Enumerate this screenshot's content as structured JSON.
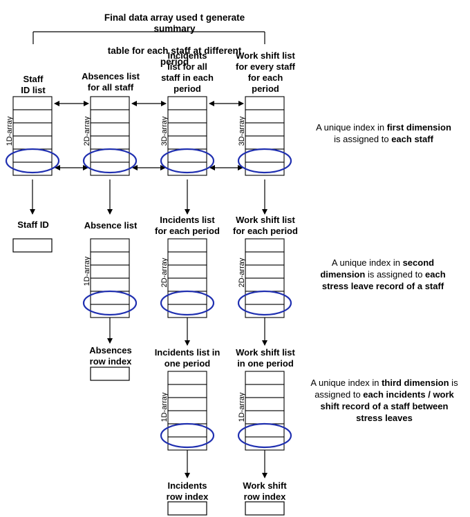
{
  "header": {
    "title_line1": "Final data array used t generate summary",
    "title_line2": "table for each staff at different period"
  },
  "row1": {
    "staff_id_list": "Staff\nID list",
    "absences_list": "Absences list\nfor all staff",
    "incidents_list": "Incidents\nlist for all\nstaff in each\nperiod",
    "workshift_list": "Work shift list\nfor every staff\nfor each\nperiod",
    "staff_dim": "1D-array",
    "absences_dim": "2D-array",
    "incidents_dim": "3D-array",
    "workshift_dim": "3D-array"
  },
  "row2": {
    "staff_id": "Staff ID",
    "absence_list": "Absence list",
    "incidents_each_period": "Incidents list\nfor each period",
    "workshift_each_period": "Work shift list\nfor each period",
    "absence_dim": "1D-array",
    "incidents_dim": "2D-array",
    "workshift_dim": "2D-array"
  },
  "row3": {
    "absences_row_index": "Absences\nrow index",
    "incidents_one_period": "Incidents list in\none period",
    "workshift_one_period": "Work shift list\nin one period",
    "incidents_dim": "1D-array",
    "workshift_dim": "1D-array"
  },
  "row4": {
    "incidents_row_index": "Incidents\nrow index",
    "workshift_row_index": "Work shift\nrow index"
  },
  "notes": {
    "first": {
      "pre": "A unique index in ",
      "bold1": "first dimension",
      "mid": " is assigned to ",
      "bold2": "each staff",
      "post": ""
    },
    "second": {
      "pre": "A unique index in ",
      "bold1": "second dimension",
      "mid": " is assigned to ",
      "bold2": "each stress leave record of a staff",
      "post": ""
    },
    "third": {
      "pre": "A unique index in ",
      "bold1": "third dimension",
      "mid": " is assigned to ",
      "bold2": "each incidents / work shift record of a staff between stress leaves",
      "post": ""
    }
  },
  "colors": {
    "line": "#000000",
    "ellipse": "#1f2fb0",
    "background": "#ffffff"
  }
}
